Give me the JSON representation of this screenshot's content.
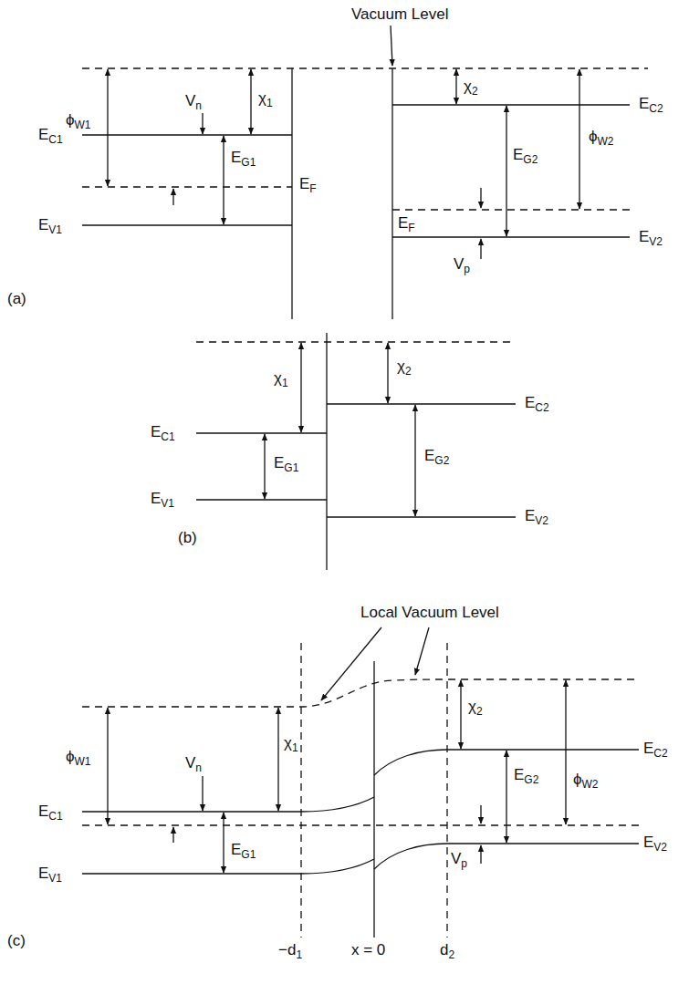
{
  "diagram": {
    "labels": [
      "Vacuum Level",
      "(a)",
      "ϕW1",
      "Vn",
      "χ1",
      "EC1",
      "EF",
      "EG1",
      "EV1",
      "χ2",
      "EC2",
      "ϕW2",
      "EF",
      "EG2",
      "EV2",
      "Vp",
      "(b)",
      "χ1",
      "χ2",
      "EC1",
      "EG1",
      "EV1",
      "EC2",
      "EG2",
      "EV2",
      "Local Vacuum Level",
      "ϕW1",
      "Vn",
      "χ1",
      "EC1",
      "EG1",
      "EV1",
      "χ2",
      "EC2",
      "EG2",
      "ϕW2",
      "EV2",
      "Vp",
      "(c)",
      "−d1",
      "x = 0",
      "d2"
    ]
  }
}
